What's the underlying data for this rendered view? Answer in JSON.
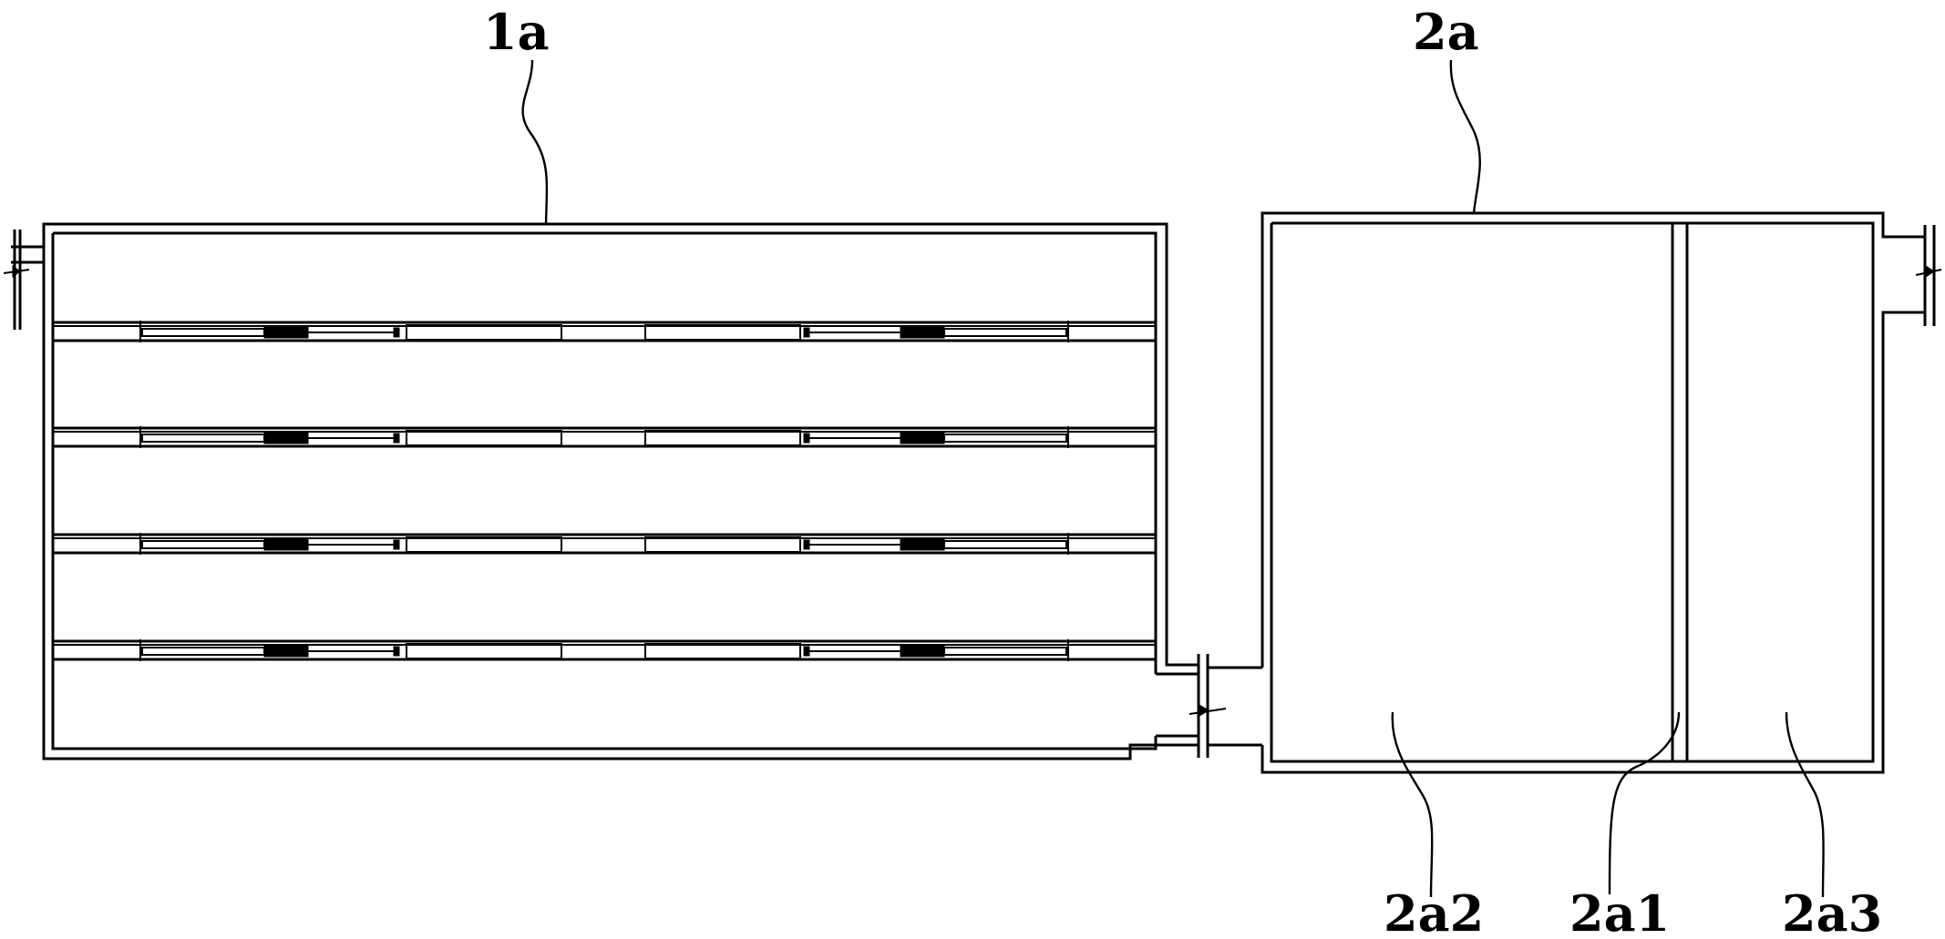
{
  "labels": {
    "tank_1a": "1a",
    "tank_2a": "2a",
    "part_2a1": "2a1",
    "part_2a2": "2a2",
    "part_2a3": "2a3"
  },
  "colors": {
    "line": "#000000",
    "background": "#ffffff"
  }
}
